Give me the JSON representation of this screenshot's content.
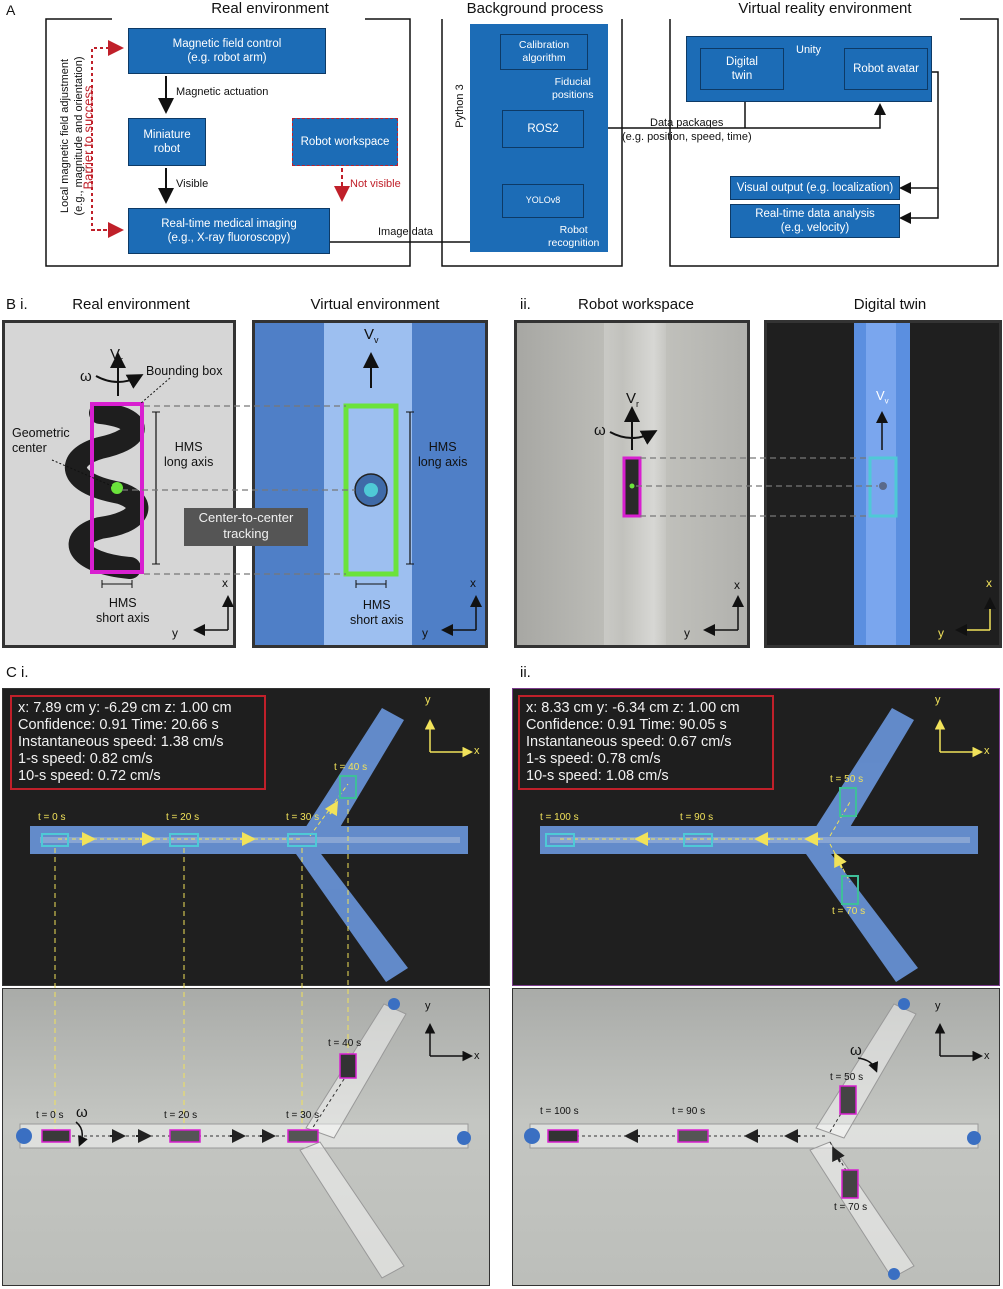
{
  "panelA": {
    "letter": "A",
    "real_title": "Real environment",
    "bg_title": "Background process",
    "vr_title": "Virtual reality environment",
    "side_label_1": "Local magnetic field adjustment",
    "side_label_2": "(e.g., magnitude and orientation)",
    "barrier": "Barrier to success",
    "mag_control": "Magnetic field control\n(e.g. robot arm)",
    "mag_actuation": "Magnetic actuation",
    "mini_robot": "Miniature\nrobot",
    "visible": "Visible",
    "workspace": "Robot workspace",
    "not_visible": "Not visible",
    "imaging": "Real-time medical imaging\n(e.g., X-ray fluoroscopy)",
    "image_data": "Image data",
    "python": "Python 3",
    "calibration": "Calibration\nalgorithm",
    "fiducial": "Fiducial\npositions",
    "ros2": "ROS2",
    "yolo": "YOLOv8",
    "robot_recog": "Robot\nrecognition",
    "data_packages": "Data packages",
    "data_packages_eg": "(e.g. position, speed, time)",
    "unity": "Unity",
    "digital_twin": "Digital\ntwin",
    "robot_avatar": "Robot avatar",
    "visual_output": "Visual output (e.g. localization)",
    "data_analysis": "Real-time data analysis\n(e.g. velocity)"
  },
  "panelB": {
    "letter": "B i.",
    "real_env": "Real environment",
    "virtual_env": "Virtual environment",
    "ii": "ii.",
    "robot_workspace": "Robot workspace",
    "digital_twin": "Digital twin",
    "vr": "V",
    "vr_sub": "r",
    "vv": "V",
    "vv_sub": "v",
    "omega": "ω",
    "bounding_box": "Bounding box",
    "geo_center": "Geometric\ncenter",
    "hms_long": "HMS\nlong axis",
    "hms_short": "HMS\nshort axis",
    "c2c": "Center-to-center\ntracking",
    "x": "x",
    "y": "y"
  },
  "panelC": {
    "letter": "C i.",
    "ii": "ii.",
    "left_overlay": [
      "x: 7.89 cm  y: -6.29 cm  z: 1.00 cm",
      "Confidence: 0.91 Time: 20.66 s",
      "Instantaneous speed: 1.38 cm/s",
      "1-s speed: 0.82 cm/s",
      "10-s speed: 0.72 cm/s"
    ],
    "right_overlay": [
      "x: 8.33 cm  y: -6.34 cm  z: 1.00 cm",
      "Confidence: 0.91 Time: 90.05 s",
      "Instantaneous speed: 0.67 cm/s",
      "1-s speed: 0.78 cm/s",
      "10-s speed: 1.08 cm/s"
    ],
    "left_times": [
      "t = 0 s",
      "t = 20 s",
      "t = 30 s",
      "t = 40 s"
    ],
    "right_times": [
      "t = 100 s",
      "t = 90 s",
      "t = 50 s",
      "t = 70 s"
    ],
    "omega": "ω",
    "x": "x",
    "y": "y"
  },
  "colors": {
    "box_blue": "#1c6cb6",
    "red": "#c0202a",
    "magenta": "#d81fd0",
    "green": "#6be33b",
    "cyan": "#4fc9d6",
    "yellow": "#f1e25a"
  }
}
